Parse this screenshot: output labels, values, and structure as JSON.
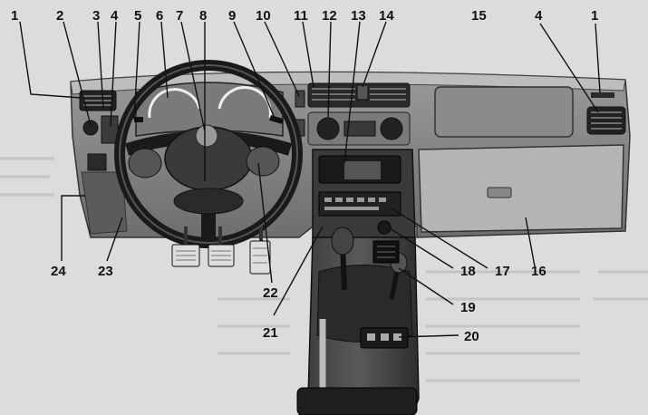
{
  "figure": {
    "callouts": [
      {
        "id": "1",
        "label": "1"
      },
      {
        "id": "2",
        "label": "2"
      },
      {
        "id": "3",
        "label": "3"
      },
      {
        "id": "4",
        "label": "4"
      },
      {
        "id": "5",
        "label": "5"
      },
      {
        "id": "6",
        "label": "6"
      },
      {
        "id": "7",
        "label": "7"
      },
      {
        "id": "8",
        "label": "8"
      },
      {
        "id": "9",
        "label": "9"
      },
      {
        "id": "10",
        "label": "10"
      },
      {
        "id": "11",
        "label": "11"
      },
      {
        "id": "12",
        "label": "12"
      },
      {
        "id": "13",
        "label": "13"
      },
      {
        "id": "14",
        "label": "14"
      },
      {
        "id": "15",
        "label": "15"
      },
      {
        "id": "4b",
        "label": "4"
      },
      {
        "id": "1b",
        "label": "1"
      },
      {
        "id": "24",
        "label": "24"
      },
      {
        "id": "23",
        "label": "23"
      },
      {
        "id": "22",
        "label": "22"
      },
      {
        "id": "21",
        "label": "21"
      },
      {
        "id": "18",
        "label": "18"
      },
      {
        "id": "17",
        "label": "17"
      },
      {
        "id": "16",
        "label": "16"
      },
      {
        "id": "19",
        "label": "19"
      },
      {
        "id": "20",
        "label": "20"
      }
    ]
  }
}
